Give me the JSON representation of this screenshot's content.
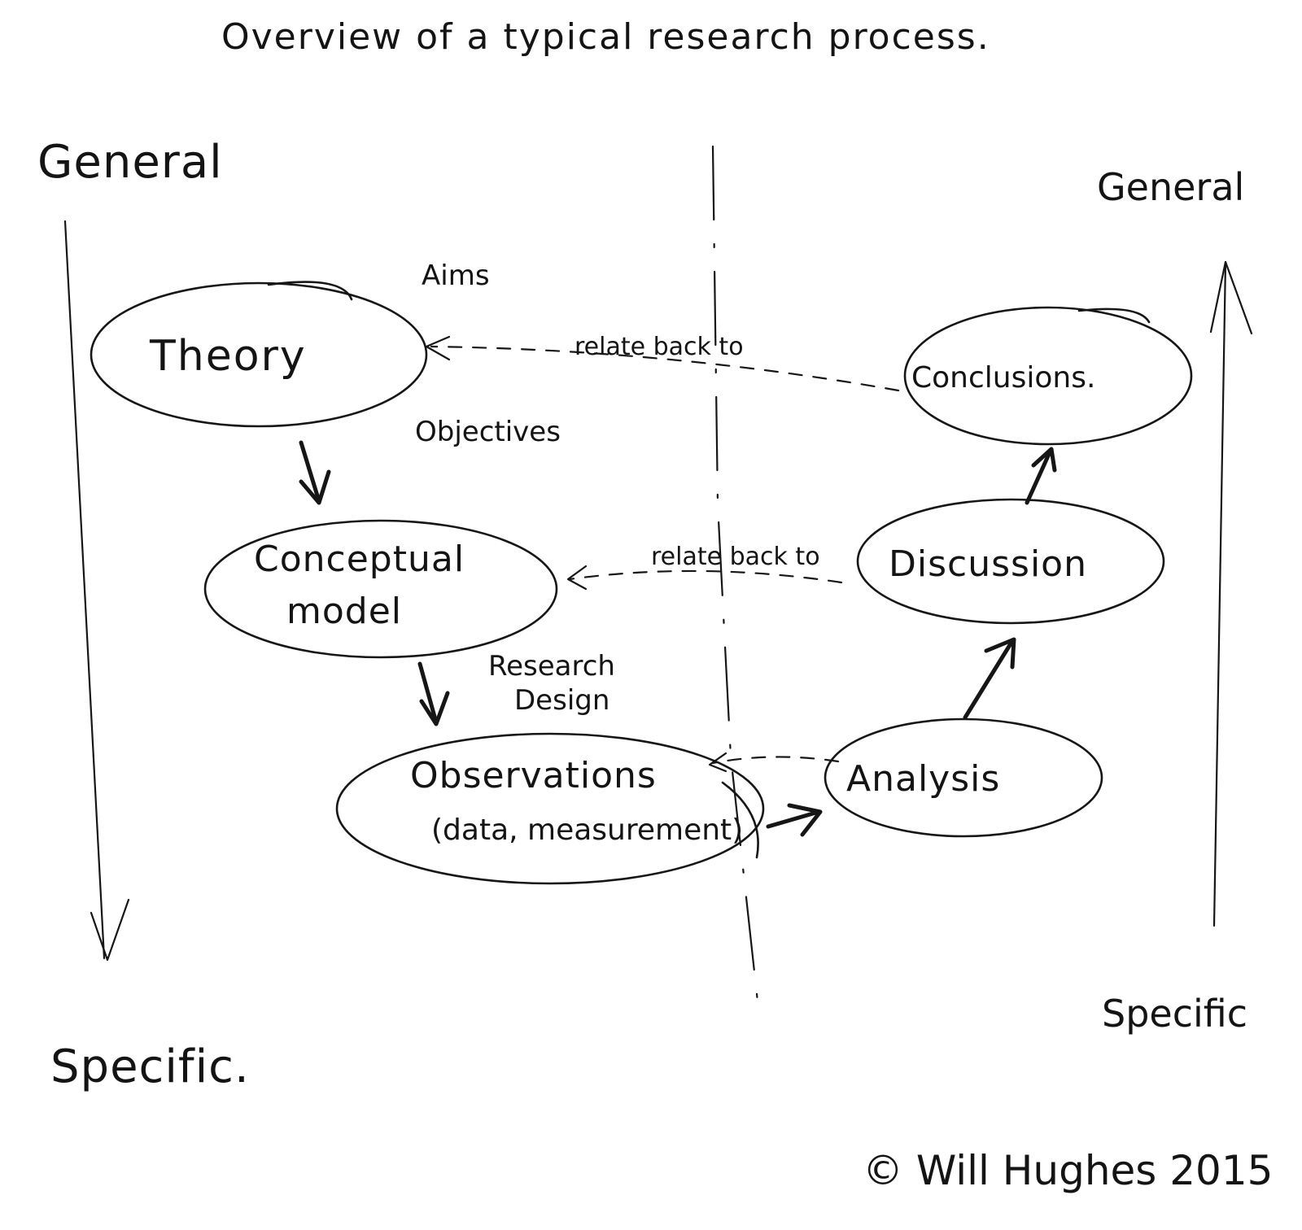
{
  "title": "Overview of a typical research process.",
  "left_axis": {
    "top_label": "General",
    "bottom_label": "Specific."
  },
  "right_axis": {
    "top_label": "General",
    "bottom_label": "Specific"
  },
  "nodes": {
    "theory": "Theory",
    "conceptual_model": {
      "line1": "Conceptual",
      "line2": "model"
    },
    "observations": {
      "line1": "Observations",
      "line2": "(data, measurement)"
    },
    "analysis": "Analysis",
    "discussion": "Discussion",
    "conclusions": "Conclusions."
  },
  "labels": {
    "aims": "Aims",
    "objectives": "Objectives",
    "research_design": {
      "line1": "Research",
      "line2": "Design"
    }
  },
  "edges": {
    "conclusions_to_theory": "relate back to",
    "discussion_to_conceptual": "relate back to"
  },
  "credit": "© Will Hughes 2015"
}
